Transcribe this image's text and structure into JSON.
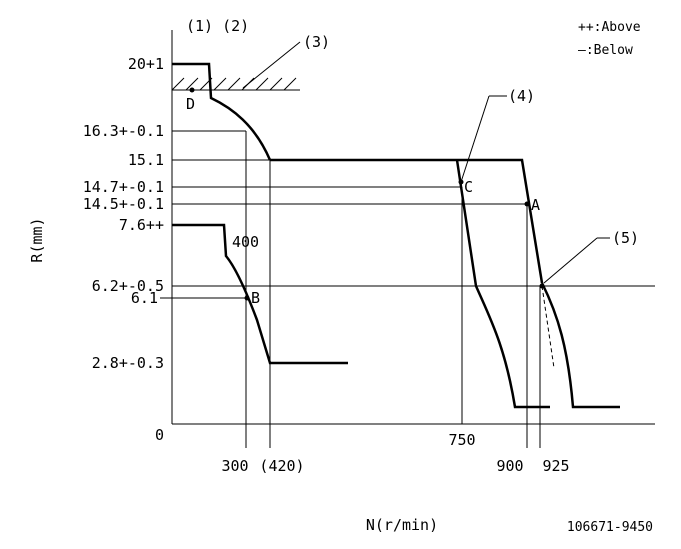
{
  "header": {
    "callout_1_2": "(1) (2)",
    "legend_above": "++:Above",
    "legend_below": "—:Below"
  },
  "axes": {
    "y_label": "R(mm)",
    "x_label": "N(r/min)"
  },
  "callouts": {
    "c3": "(3)",
    "c4": "(4)",
    "c5": "(5)"
  },
  "y_ticks": {
    "t20": "20+1",
    "t16": "16.3+-0.1",
    "t15": "15.1",
    "t147": "14.7+-0.1",
    "t145": "14.5+-0.1",
    "t76": "7.6++",
    "t62": "6.2+-0.5",
    "t61": "6.1",
    "t28": "2.8+-0.3",
    "t0": "0"
  },
  "x_ticks": {
    "x300": "300",
    "x420": "(420)",
    "x750": "750",
    "x900": "900",
    "x925": "925"
  },
  "points": {
    "a": "A",
    "b": "B",
    "c": "C",
    "d": "D"
  },
  "annotations": {
    "rpm400": "400"
  },
  "footer": {
    "code": "106671-9450"
  }
}
